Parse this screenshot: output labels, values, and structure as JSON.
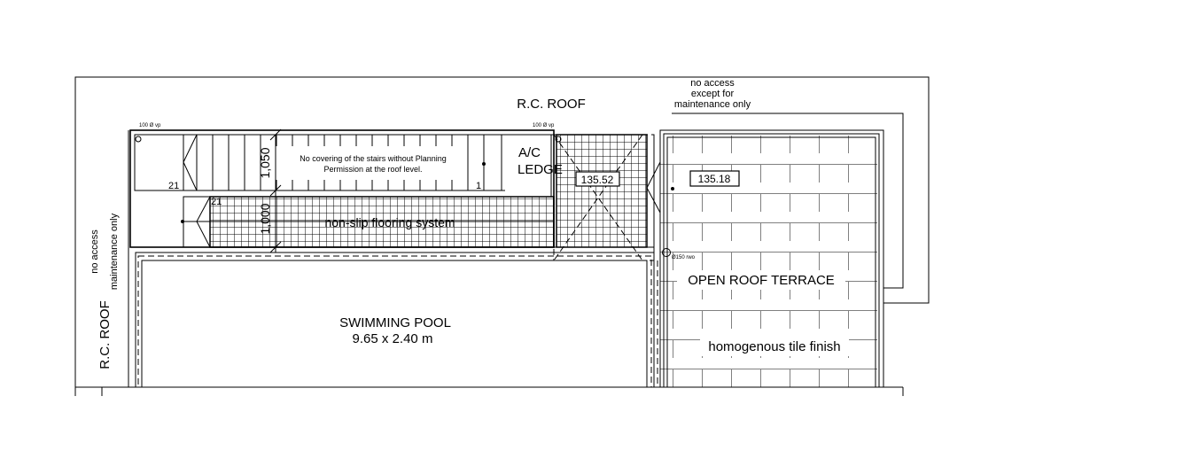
{
  "labels": {
    "rc_roof_top": "R.C. ROOF",
    "rc_roof_left": "R.C. ROOF",
    "no_access_top_1": "no access",
    "no_access_top_2": "except for",
    "no_access_top_3": "maintenance only",
    "no_access_left_1": "no access",
    "no_access_left_2": "maintenance only",
    "vp_left": "100 Ø vp",
    "vp_right": "100 Ø vp",
    "stairs_note_1": "No covering of the stairs without Planning",
    "stairs_note_2": "Permission at the roof level.",
    "dim_stairs": "1,050",
    "dim_landing": "1,000",
    "step_21_a": "21",
    "step_21_b": "21",
    "step_1": "1",
    "ac_ledge_1": "A/C",
    "ac_ledge_2": "LEDGE",
    "level_1": "135.52",
    "level_2": "135.18",
    "non_slip": "non-slip flooring system",
    "rwo": "Ø150 rwo",
    "open_roof_terrace": "OPEN ROOF TERRACE",
    "tile_finish": "homogenous tile finish",
    "pool_title": "SWIMMING POOL",
    "pool_size": "9.65 x 2.40 m"
  }
}
